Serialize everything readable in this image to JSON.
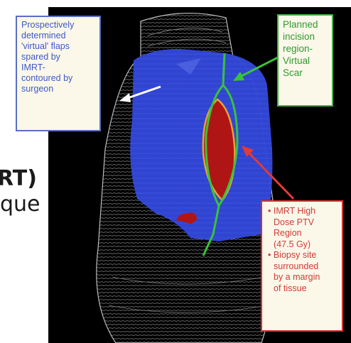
{
  "background_text": {
    "line1": "RT)",
    "line2": "que"
  },
  "callouts": {
    "blue": {
      "lines": [
        "Prospectively",
        "determined",
        "'virtual' flaps",
        "spared by",
        "IMRT-",
        "contoured by",
        "surgeon"
      ],
      "color": "#3f57c8"
    },
    "green": {
      "lines": [
        "Planned",
        "incision",
        "region-",
        "Virtual",
        "Scar"
      ],
      "color": "#2e9a2e"
    },
    "red": {
      "lines": [
        "• IMRT High",
        "  Dose PTV",
        "  Region",
        "  (47.5 Gy)",
        "• Biopsy site",
        "  surrounded",
        "  by a margin",
        "  of tissue"
      ],
      "color": "#d13a36"
    }
  },
  "colors": {
    "flap_blue": "#3146d6",
    "ptv_red": "#b01515",
    "scar_green": "#39c23a",
    "arrow_white": "#ffffff",
    "arrow_red": "#e23a36"
  }
}
